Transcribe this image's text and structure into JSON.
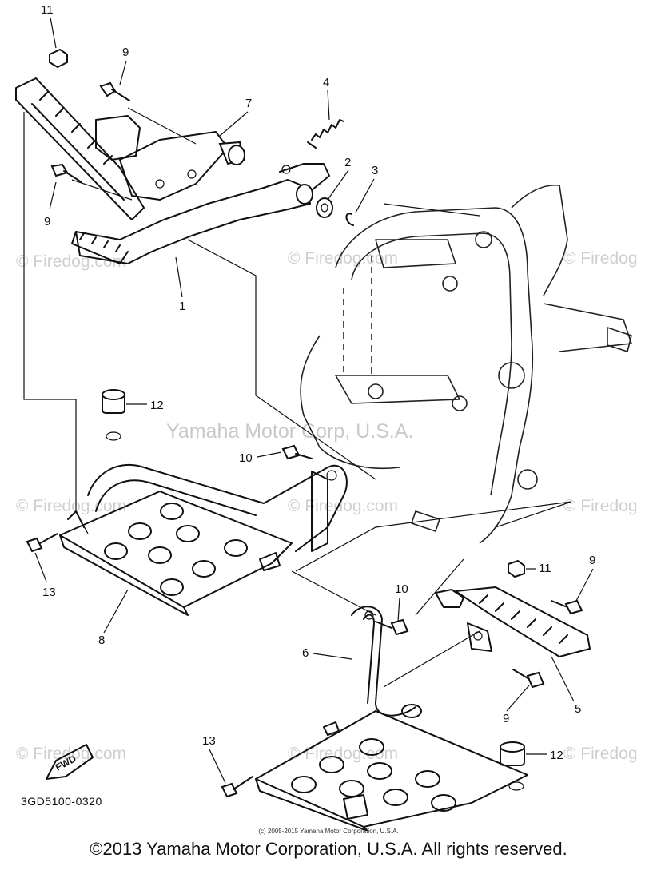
{
  "diagram": {
    "callouts": [
      {
        "id": "c11a",
        "text": "11"
      },
      {
        "id": "c9a",
        "text": "9"
      },
      {
        "id": "c4",
        "text": "4"
      },
      {
        "id": "c7",
        "text": "7"
      },
      {
        "id": "c2",
        "text": "2"
      },
      {
        "id": "c3",
        "text": "3"
      },
      {
        "id": "c9b",
        "text": "9"
      },
      {
        "id": "c1",
        "text": "1"
      },
      {
        "id": "c12a",
        "text": "12"
      },
      {
        "id": "c10a",
        "text": "10"
      },
      {
        "id": "c13a",
        "text": "13"
      },
      {
        "id": "c8",
        "text": "8"
      },
      {
        "id": "c11b",
        "text": "11"
      },
      {
        "id": "c9c",
        "text": "9"
      },
      {
        "id": "c10b",
        "text": "10"
      },
      {
        "id": "c6",
        "text": "6"
      },
      {
        "id": "c5",
        "text": "5"
      },
      {
        "id": "c9d",
        "text": "9"
      },
      {
        "id": "c13b",
        "text": "13"
      },
      {
        "id": "c12b",
        "text": "12"
      }
    ],
    "fwd_label": "FWD",
    "code": "3GD5100-0320"
  },
  "watermarks": {
    "firedog": "© Firedog.com",
    "firedog_short": "© Firedog",
    "yamaha": "Yamaha Motor Corp, U.S.A."
  },
  "footer": {
    "small_copyright": "(c) 2005-2015 Yamaha Motor Corporation, U.S.A.",
    "copyright": "©2013 Yamaha Motor Corporation, U.S.A. All rights reserved."
  }
}
